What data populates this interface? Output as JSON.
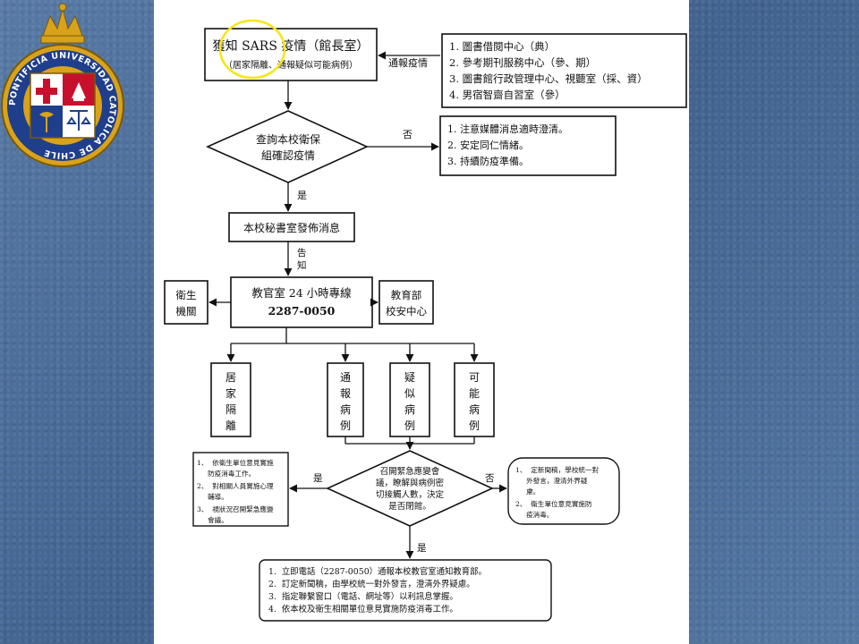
{
  "seal": {
    "ring_text": "PONTIFICIA UNIVERSIDAD CATOLICA DE CHILE",
    "colors": {
      "gold": "#d9a21b",
      "blue": "#1f3f8c",
      "red": "#c8102e"
    }
  },
  "flowchart": {
    "top_box": {
      "line1": "獲知 SARS 疫情（館長室）",
      "line2": "（居家隔離、通報疑似可能病例）"
    },
    "notify_label": "通報疫情",
    "notify_list": [
      "1.  圖書借閱中心（典）",
      "2.  參考期刊服務中心（參、期）",
      "3.  圖書館行政管理中心、視聽室（採、資）",
      "4.  男宿智齋自習室（參）"
    ],
    "decision1": {
      "line1": "查詢本校衛保",
      "line2": "組確認疫情"
    },
    "no_label": "否",
    "no_list": [
      "1.  注意媒體消息適時澄清。",
      "2.  安定同仁情緒。",
      "3.  持續防疫準備。"
    ],
    "yes_label": "是",
    "secretariat_box": "本校秘書室發佈消息",
    "inform_label": [
      "告",
      "知"
    ],
    "hotline": {
      "line1": "教官室 24 小時專線",
      "line2": "2287-0050"
    },
    "health_box": [
      "衛生",
      "機關"
    ],
    "moe_box": [
      "教育部",
      "校安中心"
    ],
    "categories": [
      [
        "居",
        "家",
        "隔",
        "離"
      ],
      [
        "通",
        "報",
        "病",
        "例"
      ],
      [
        "疑",
        "似",
        "病",
        "例"
      ],
      [
        "可",
        "能",
        "病",
        "例"
      ]
    ],
    "decision2": [
      "召開緊急應變會",
      "議，瞭解與病例密",
      "切接觸人數，決定",
      "是否閉館。"
    ],
    "left_yes_label": "是",
    "left_box": [
      "1、  依衛生單位意見實施",
      "     防疫消毒工作。",
      "2、  對相關人員實施心理",
      "     輔導。",
      "3、  視狀況召開緊急應變",
      "     會議。"
    ],
    "right_no_label": "否",
    "right_box": [
      "1、  定新聞稿，學校統一對",
      "     外發言，澄清外界疑",
      "     慮。",
      "2、  衛生單位意見實施防",
      "     疫消毒。"
    ],
    "bottom_yes_label": "是",
    "bottom_list": [
      "1.  立即電話（2287-0050）通報本校教官室通知教育部。",
      "2.  訂定新聞稿，由學校統一對外發言，澄清外界疑慮。",
      "3.  指定聯繫窗口（電話、網址等）以利訊息掌握。",
      "4.  依本校及衛生相關單位意見實施防疫消毒工作。"
    ],
    "highlight_color": "#f5e61a"
  }
}
